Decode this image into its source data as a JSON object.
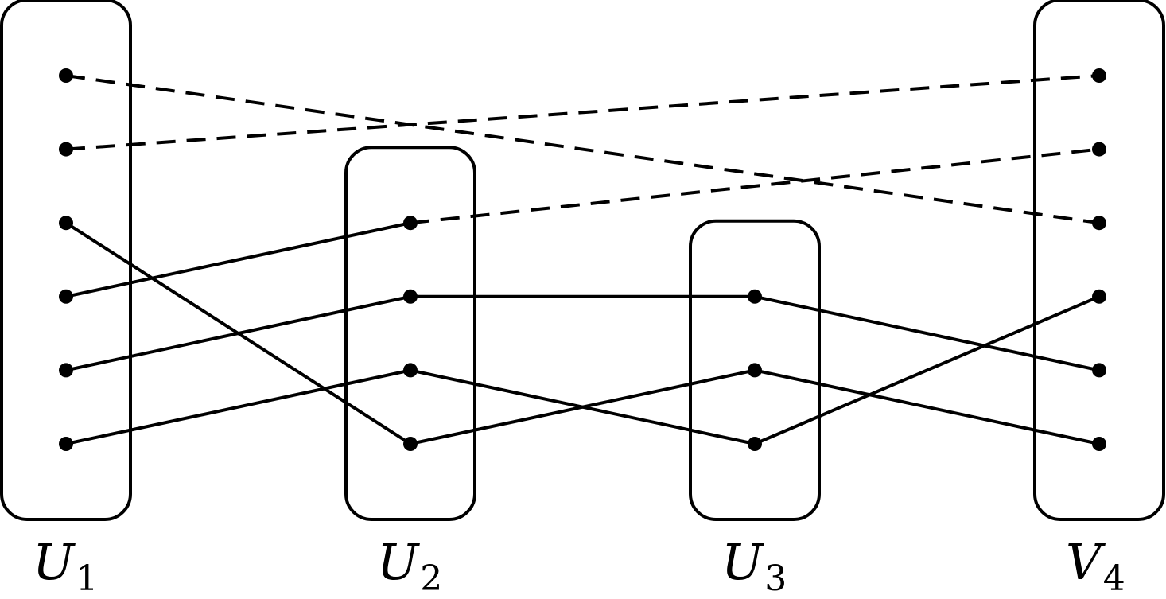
{
  "groups": [
    {
      "id": "U1",
      "letter": "U",
      "subscript": "1",
      "vertex_count": 6
    },
    {
      "id": "U2",
      "letter": "U",
      "subscript": "2",
      "vertex_count": 4
    },
    {
      "id": "U3",
      "letter": "U",
      "subscript": "3",
      "vertex_count": 3
    },
    {
      "id": "V4",
      "letter": "V",
      "subscript": "4",
      "vertex_count": 6
    }
  ],
  "edges": [
    {
      "from": [
        "U1",
        0
      ],
      "to": [
        "V4",
        2
      ],
      "style": "dashed"
    },
    {
      "from": [
        "U1",
        1
      ],
      "to": [
        "V4",
        0
      ],
      "style": "dashed"
    },
    {
      "from": [
        "U2",
        0
      ],
      "to": [
        "V4",
        1
      ],
      "style": "dashed"
    },
    {
      "from": [
        "U1",
        2
      ],
      "to": [
        "U2",
        3
      ],
      "style": "solid"
    },
    {
      "from": [
        "U1",
        3
      ],
      "to": [
        "U2",
        0
      ],
      "style": "solid"
    },
    {
      "from": [
        "U1",
        4
      ],
      "to": [
        "U2",
        1
      ],
      "style": "solid"
    },
    {
      "from": [
        "U1",
        5
      ],
      "to": [
        "U2",
        2
      ],
      "style": "solid"
    },
    {
      "from": [
        "U2",
        1
      ],
      "to": [
        "U3",
        0
      ],
      "style": "solid"
    },
    {
      "from": [
        "U2",
        2
      ],
      "to": [
        "U3",
        2
      ],
      "style": "solid"
    },
    {
      "from": [
        "U2",
        3
      ],
      "to": [
        "U3",
        1
      ],
      "style": "solid"
    },
    {
      "from": [
        "U3",
        0
      ],
      "to": [
        "V4",
        4
      ],
      "style": "solid"
    },
    {
      "from": [
        "U3",
        1
      ],
      "to": [
        "V4",
        5
      ],
      "style": "solid"
    },
    {
      "from": [
        "U3",
        2
      ],
      "to": [
        "V4",
        3
      ],
      "style": "solid"
    }
  ]
}
